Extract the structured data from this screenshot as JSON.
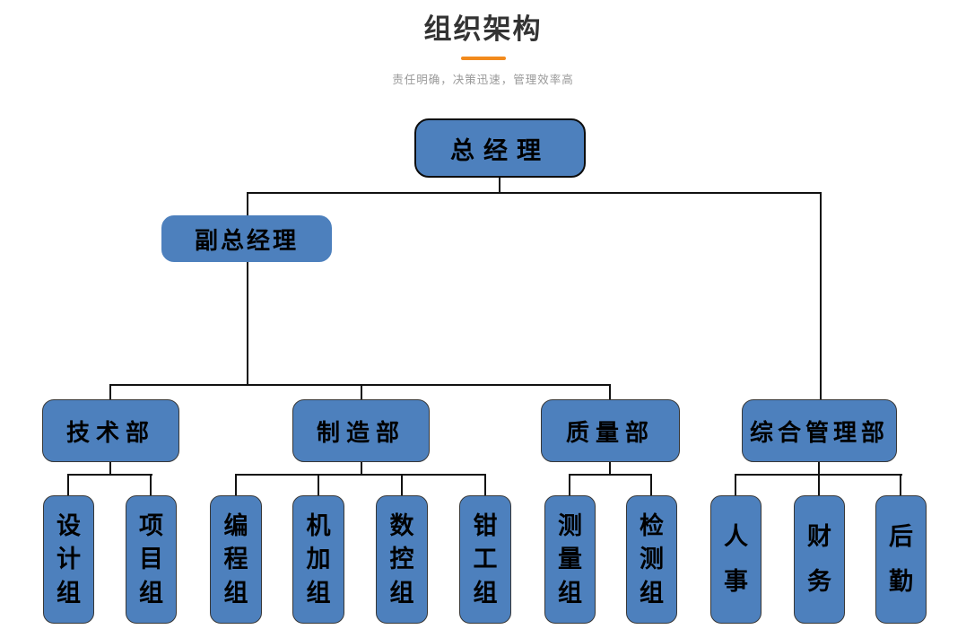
{
  "header": {
    "title": "组织架构",
    "subtitle": "责任明确，决策迅速，管理效率高"
  },
  "colors": {
    "accent": "#f28a1d",
    "node_fill": "#4d80bd",
    "node_border": "#373737",
    "root_border": "#0d0d0d",
    "connector": "#111111",
    "title_text": "#333333",
    "subtitle_text": "#999999"
  },
  "org": {
    "label": "总经理",
    "children": [
      {
        "label": "副总经理",
        "children": [
          {
            "label": "技术部",
            "children": [
              {
                "label": "设计组"
              },
              {
                "label": "项目组"
              }
            ]
          },
          {
            "label": "制造部",
            "children": [
              {
                "label": "编程组"
              },
              {
                "label": "机加组"
              },
              {
                "label": "数控组"
              },
              {
                "label": "钳工组"
              }
            ]
          },
          {
            "label": "质量部",
            "children": [
              {
                "label": "测量组"
              },
              {
                "label": "检测组"
              }
            ]
          }
        ]
      },
      {
        "label": "综合管理部",
        "children": [
          {
            "label": "人事"
          },
          {
            "label": "财务"
          },
          {
            "label": "后勤"
          }
        ]
      }
    ]
  }
}
